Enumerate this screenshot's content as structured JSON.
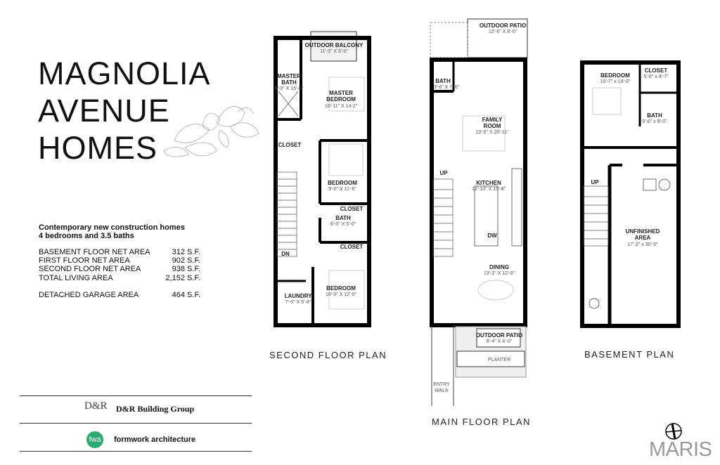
{
  "title": {
    "line1": "MAGNOLIA",
    "line2": "AVENUE",
    "line3": "HOMES"
  },
  "summary": {
    "line1": "Contemporary new construction homes",
    "line2": "4 bedrooms and 3.5 baths"
  },
  "areas": [
    {
      "label": "BASEMENT FLOOR NET AREA",
      "value": "312 S.F."
    },
    {
      "label": "FIRST FLOOR NET AREA",
      "value": "902 S.F."
    },
    {
      "label": "SECOND FLOOR NET AREA",
      "value": "938 S.F."
    },
    {
      "label": "TOTAL LIVING AREA",
      "value": "2,152 S.F."
    },
    {
      "label": "DETACHED GARAGE AREA",
      "value": "464 S.F."
    }
  ],
  "credits": {
    "builder": "D&R Building Group",
    "builder_logo": "D&R",
    "architect": "formwork architecture",
    "architect_logo": "fwa",
    "architect_color": "#2bab6e"
  },
  "plans": {
    "second": {
      "label": "SECOND FLOOR PLAN",
      "rooms": [
        {
          "name": "OUTDOOR BALCONY",
          "dim": "11'-3\" X 5'-0\""
        },
        {
          "name": "MASTER",
          "name2": "BATH",
          "dim": "5'-0\" X 15'-0\""
        },
        {
          "name": "MASTER",
          "name2": "BEDROOM",
          "dim": "10'-11\" X 14-2\""
        },
        {
          "name": "CLOSET"
        },
        {
          "name": "BEDROOM",
          "dim": "9'-0\" X 11'-6\""
        },
        {
          "name": "CLOSET"
        },
        {
          "name": "BATH",
          "dim": "9'-0\" X 5'-0\""
        },
        {
          "name": "CLOSET"
        },
        {
          "name": "BEDROOM",
          "dim": "10'-0\" X 12'-0\""
        },
        {
          "name": "LAUNDRY",
          "dim": "7'-0\" X 6'-8\""
        },
        {
          "name": "DN"
        }
      ]
    },
    "main": {
      "label": "MAIN FLOOR PLAN",
      "rooms": [
        {
          "name": "OUTDOOR PATIO",
          "dim": "12'-6\" X 8'-0\""
        },
        {
          "name": "BATH",
          "dim": "3'-6\" X 7'-6\""
        },
        {
          "name": "FAMILY",
          "name2": "ROOM",
          "dim": "13'-5\" X 20'-11\""
        },
        {
          "name": "UP"
        },
        {
          "name": "KITCHEN",
          "dim": "12'-10\" X 15'-8\""
        },
        {
          "name": "DW"
        },
        {
          "name": "DINING",
          "dim": "13'-2\" X 12'-0\""
        },
        {
          "name": "OUTDOOR PATIO",
          "dim": "8'-4\" X 4'-0\""
        },
        {
          "name": "PLANTER"
        },
        {
          "name": "ENTRY",
          "name2": "WALK"
        }
      ]
    },
    "basement": {
      "label": "BASEMENT PLAN",
      "rooms": [
        {
          "name": "BEDROOM",
          "dim": "10'-7\" x 14'-0\""
        },
        {
          "name": "CLOSET",
          "dim": "5'-6\" x 4'-7\""
        },
        {
          "name": "BATH",
          "dim": "5'-6\" x 9'-0\""
        },
        {
          "name": "UP"
        },
        {
          "name": "UNFINISHED",
          "name2": "AREA",
          "dim": "17'-2\" x 30'-5\""
        }
      ]
    }
  },
  "watermark": "MARIS",
  "icons": {
    "compass": "north-arrow-icon",
    "flower": "magnolia-flower-illustration"
  }
}
